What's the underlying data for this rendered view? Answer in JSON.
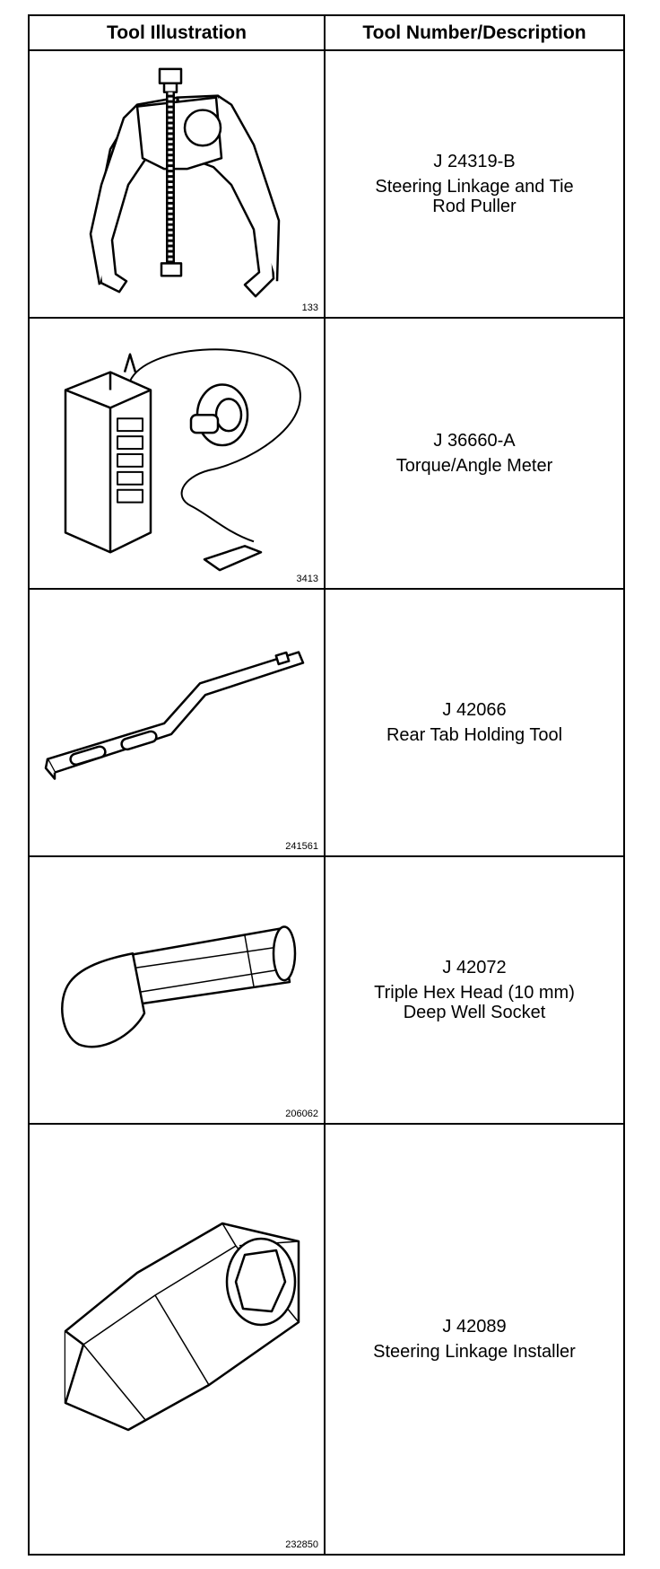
{
  "table": {
    "headers": {
      "illustration": "Tool Illustration",
      "description": "Tool Number/Description"
    },
    "rows": [
      {
        "figure_number": "133",
        "tool_number": "J 24319-B",
        "description": "Steering Linkage and Tie\nRod Puller",
        "illustration_icon": "tie-rod-puller-icon"
      },
      {
        "figure_number": "3413",
        "tool_number": "J 36660-A",
        "description": "Torque/Angle Meter",
        "illustration_icon": "torque-angle-meter-icon"
      },
      {
        "figure_number": "241561",
        "tool_number": "J 42066",
        "description": "Rear Tab Holding Tool",
        "illustration_icon": "rear-tab-holding-tool-icon"
      },
      {
        "figure_number": "206062",
        "tool_number": "J 42072",
        "description": "Triple Hex Head (10 mm)\nDeep Well Socket",
        "illustration_icon": "deep-well-socket-icon"
      },
      {
        "figure_number": "232850",
        "tool_number": "J 42089",
        "description": "Steering Linkage Installer",
        "illustration_icon": "steering-linkage-installer-icon"
      }
    ]
  }
}
